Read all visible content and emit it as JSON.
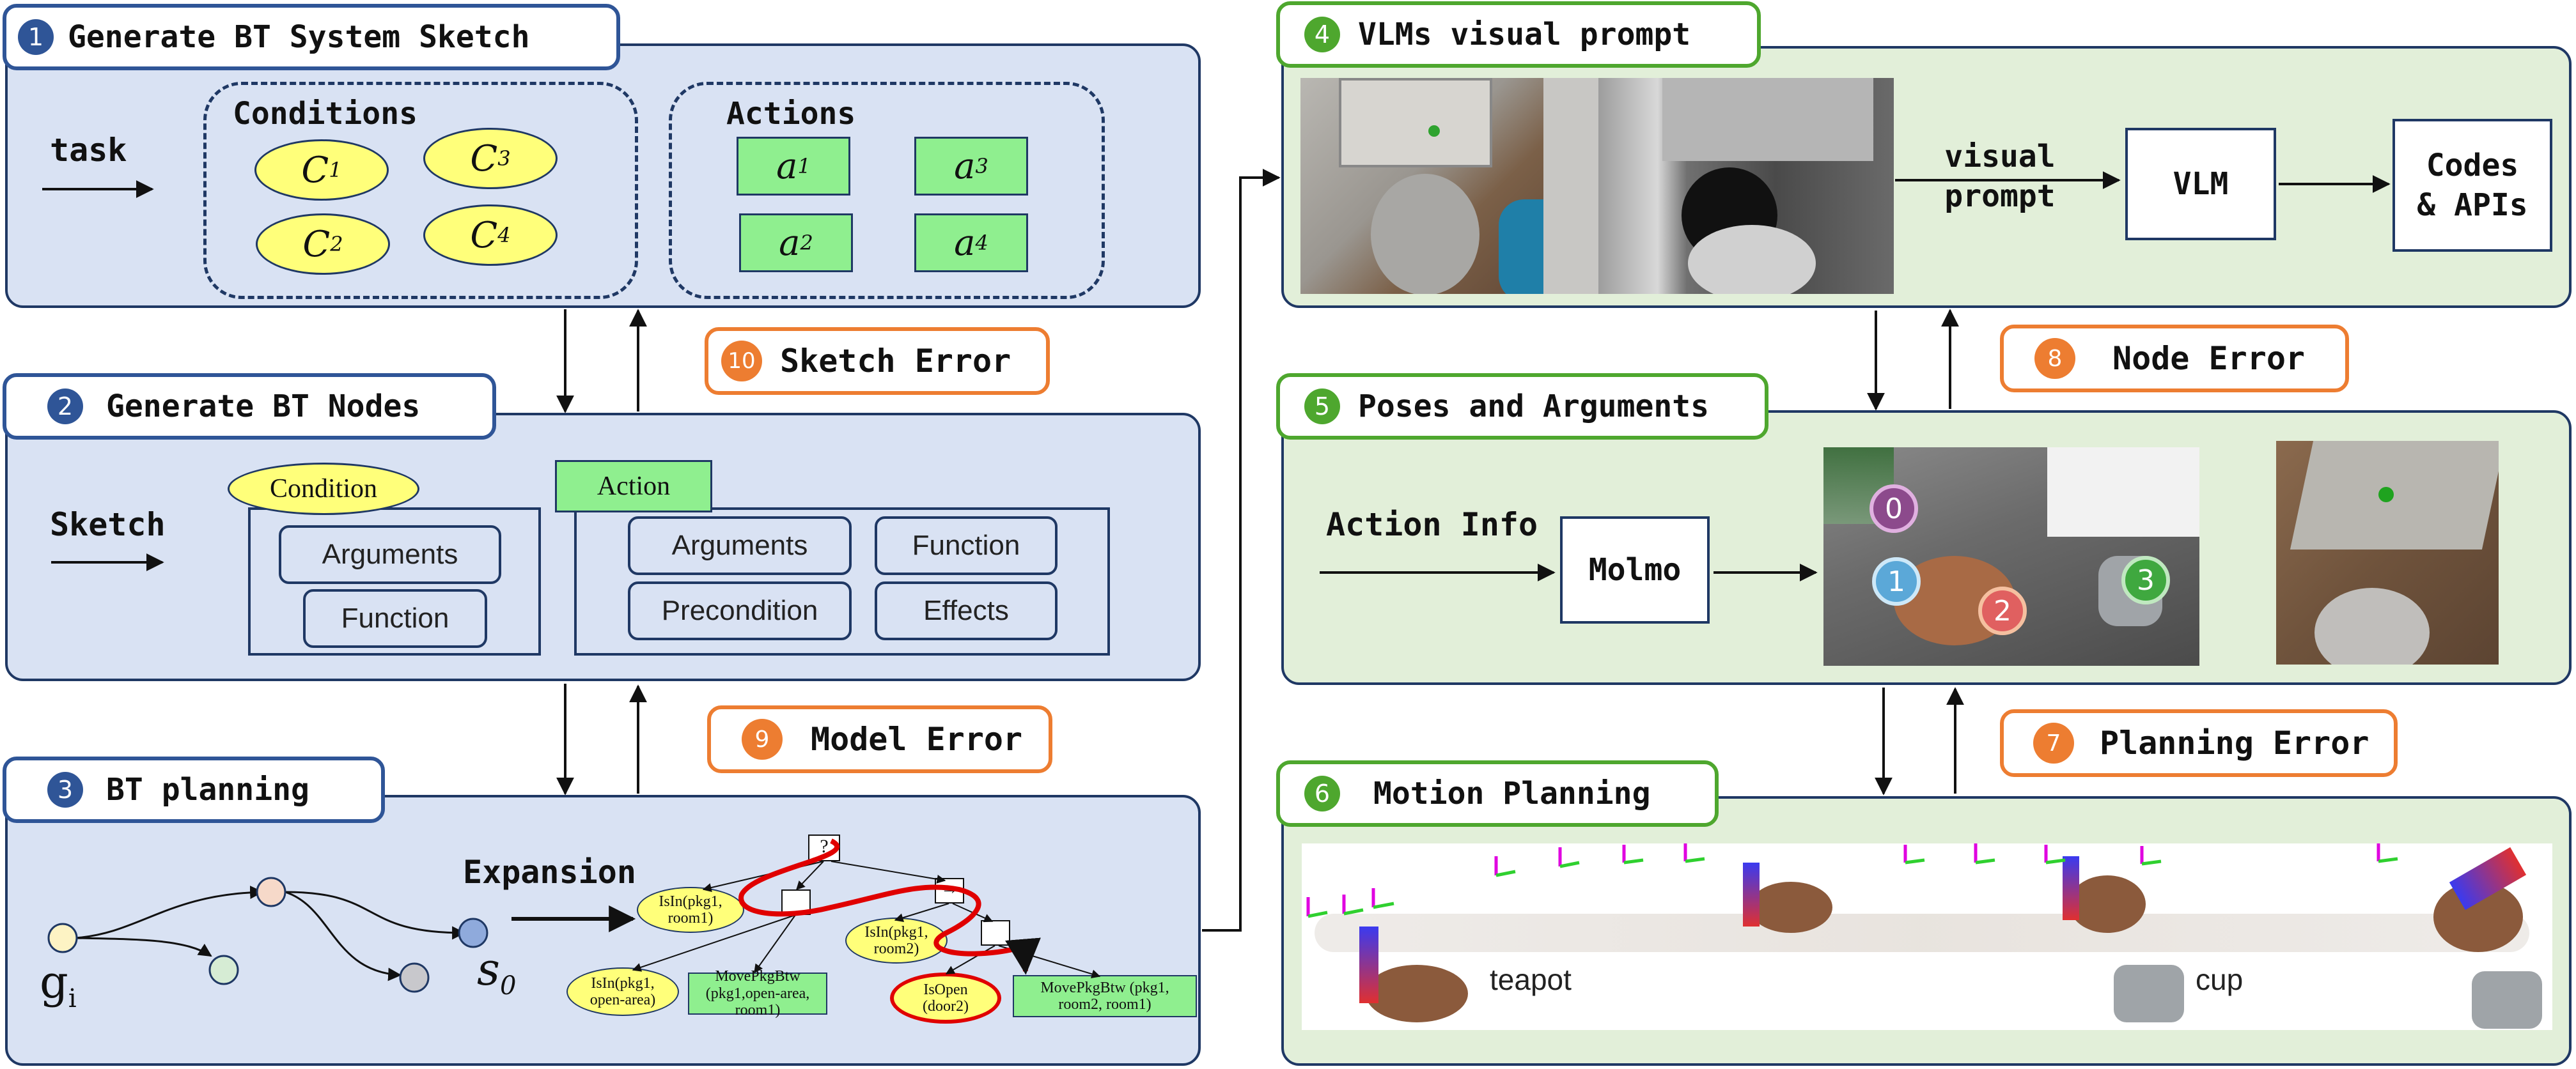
{
  "panel1": {
    "num": "1",
    "title": "Generate BT System Sketch",
    "task": "task",
    "conditions_label": "Conditions",
    "actions_label": "Actions",
    "conditions": [
      "C",
      "C",
      "C",
      "C"
    ],
    "condition_subs": [
      "1",
      "3",
      "2",
      "4"
    ],
    "actions": [
      "a",
      "a",
      "a",
      "a"
    ],
    "action_subs": [
      "1",
      "3",
      "2",
      "4"
    ]
  },
  "panel2": {
    "num": "2",
    "title": "Generate BT Nodes",
    "sketch": "Sketch",
    "condition_tag": "Condition",
    "action_tag": "Action",
    "cond_items": [
      "Arguments",
      "Function"
    ],
    "action_items": [
      "Arguments",
      "Function",
      "Precondition",
      "Effects"
    ]
  },
  "panel3": {
    "num": "3",
    "title": "BT planning",
    "expansion": "Expansion",
    "g_label": "g",
    "g_sub": "i",
    "s_label": "s",
    "s_sub": "0",
    "tree": {
      "fallback": "?",
      "seq": "→",
      "isin_room1": "IsIn(pkg1, room1)",
      "isin_room2": "IsIn(pkg1, room2)",
      "isin_openarea": "IsIn(pkg1, open-area)",
      "move1": "MovePkgBtw (pkg1,open-area, room1)",
      "isopen": "IsOpen (door2)",
      "move2": "MovePkgBtw (pkg1, room2, room1)"
    }
  },
  "panel4": {
    "num": "4",
    "title": "VLMs visual prompt",
    "visual_prompt": "visual prompt",
    "vlm": "VLM",
    "codes": "Codes & APIs"
  },
  "panel5": {
    "num": "5",
    "title": "Poses and Arguments",
    "action_info": "Action Info",
    "molmo": "Molmo",
    "points": [
      "0",
      "1",
      "2",
      "3"
    ]
  },
  "panel6": {
    "num": "6",
    "title": "Motion Planning",
    "teapot": "teapot",
    "cup": "cup"
  },
  "errors": [
    {
      "num": "10",
      "label": "Sketch Error"
    },
    {
      "num": "9",
      "label": "Model Error"
    },
    {
      "num": "8",
      "label": "Node Error"
    },
    {
      "num": "7",
      "label": "Planning Error"
    }
  ],
  "colors": {
    "blue_panel": "#d9e2f3",
    "green_panel": "#e2efd9",
    "navy": "#1f3864",
    "blue_accent": "#2f5597",
    "green_accent": "#4ea72e",
    "orange": "#ed7d31",
    "yellow_node": "#ffff7a",
    "green_node": "#8fef8f"
  }
}
